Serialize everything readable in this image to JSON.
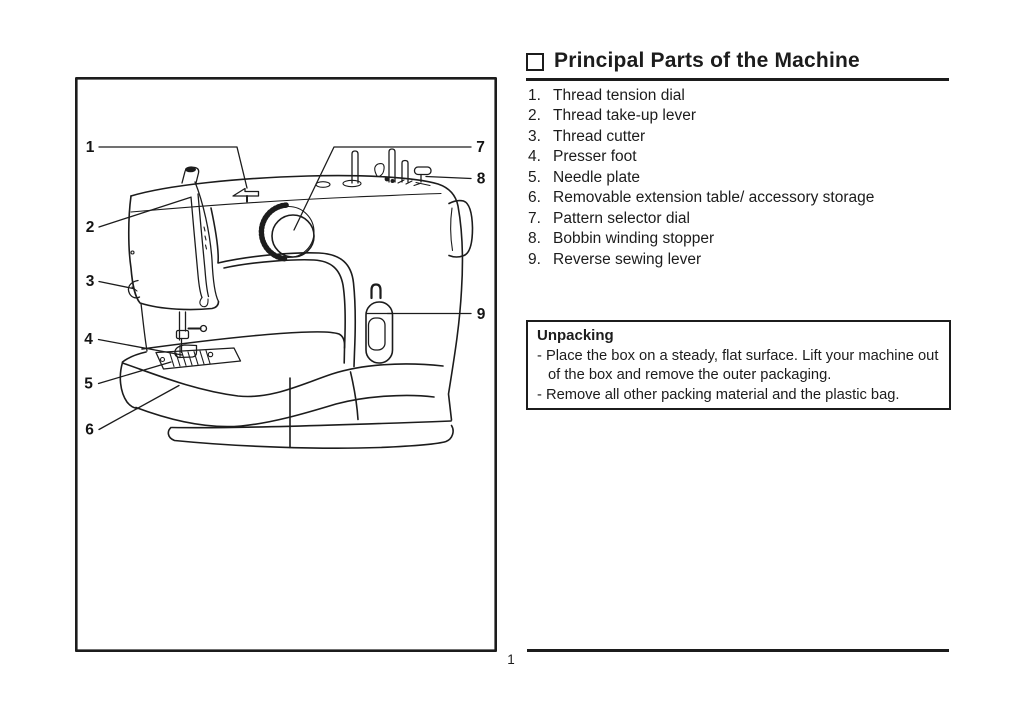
{
  "colors": {
    "ink": "#1c1c1c",
    "paper": "#ffffff"
  },
  "header": {
    "title": "Principal Parts of the Machine"
  },
  "parts_list": [
    {
      "num": "1.",
      "label": "Thread tension dial"
    },
    {
      "num": "2.",
      "label": "Thread take-up lever"
    },
    {
      "num": "3.",
      "label": "Thread cutter"
    },
    {
      "num": "4.",
      "label": "Presser foot"
    },
    {
      "num": "5.",
      "label": "Needle plate"
    },
    {
      "num": "6.",
      "label": "Removable extension table/ accessory storage"
    },
    {
      "num": "7.",
      "label": "Pattern selector dial"
    },
    {
      "num": "8.",
      "label": "Bobbin winding stopper"
    },
    {
      "num": "9.",
      "label": "Reverse sewing lever"
    }
  ],
  "unpacking": {
    "title": "Unpacking",
    "bullets": [
      "- Place the box on a steady, flat surface. Lift your machine out of the box and remove the outer packaging.",
      "- Remove all other packing material and the plastic bag."
    ]
  },
  "diagram": {
    "callouts": [
      "1",
      "2",
      "3",
      "4",
      "5",
      "6",
      "7",
      "8",
      "9"
    ]
  },
  "footer": {
    "page_number": "1"
  }
}
